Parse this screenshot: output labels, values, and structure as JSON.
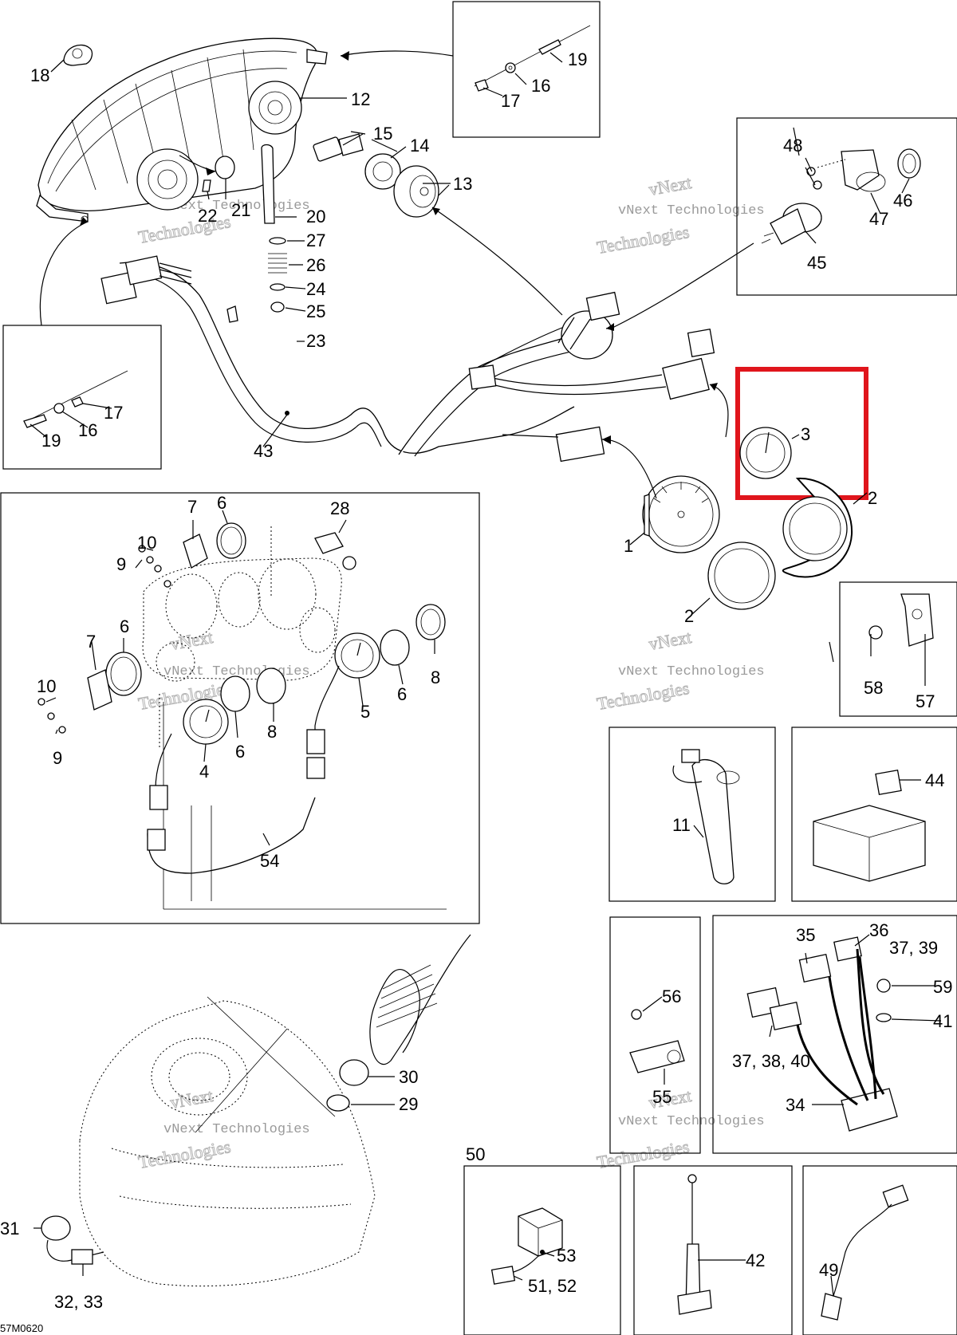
{
  "callouts": [
    {
      "id": "c18",
      "text": "18"
    },
    {
      "id": "c12",
      "text": "12"
    },
    {
      "id": "c19a",
      "text": "19"
    },
    {
      "id": "c16a",
      "text": "16"
    },
    {
      "id": "c17a",
      "text": "17"
    },
    {
      "id": "c15",
      "text": "15"
    },
    {
      "id": "c14",
      "text": "14"
    },
    {
      "id": "c13",
      "text": "13"
    },
    {
      "id": "c21",
      "text": "21"
    },
    {
      "id": "c22",
      "text": "22"
    },
    {
      "id": "c20",
      "text": "20"
    },
    {
      "id": "c27",
      "text": "27"
    },
    {
      "id": "c26",
      "text": "26"
    },
    {
      "id": "c24",
      "text": "24"
    },
    {
      "id": "c25",
      "text": "25"
    },
    {
      "id": "c23",
      "text": "23"
    },
    {
      "id": "c17b",
      "text": "17"
    },
    {
      "id": "c16b",
      "text": "16"
    },
    {
      "id": "c19b",
      "text": "19"
    },
    {
      "id": "c43",
      "text": "43"
    },
    {
      "id": "c48",
      "text": "48"
    },
    {
      "id": "c46",
      "text": "46"
    },
    {
      "id": "c47",
      "text": "47"
    },
    {
      "id": "c45",
      "text": "45"
    },
    {
      "id": "c3",
      "text": "3"
    },
    {
      "id": "c2a",
      "text": "2"
    },
    {
      "id": "c1",
      "text": "1"
    },
    {
      "id": "c2b",
      "text": "2"
    },
    {
      "id": "c7a",
      "text": "7"
    },
    {
      "id": "c6a",
      "text": "6"
    },
    {
      "id": "c28",
      "text": "28"
    },
    {
      "id": "c10a",
      "text": "10"
    },
    {
      "id": "c9a",
      "text": "9"
    },
    {
      "id": "c7b",
      "text": "7"
    },
    {
      "id": "c6b",
      "text": "6"
    },
    {
      "id": "c10b",
      "text": "10"
    },
    {
      "id": "c9b",
      "text": "9"
    },
    {
      "id": "c8a",
      "text": "8"
    },
    {
      "id": "c6c",
      "text": "6"
    },
    {
      "id": "c4",
      "text": "4"
    },
    {
      "id": "c5",
      "text": "5"
    },
    {
      "id": "c6d",
      "text": "6"
    },
    {
      "id": "c8b",
      "text": "8"
    },
    {
      "id": "c54",
      "text": "54"
    },
    {
      "id": "c58",
      "text": "58"
    },
    {
      "id": "c57",
      "text": "57"
    },
    {
      "id": "c11",
      "text": "11"
    },
    {
      "id": "c44",
      "text": "44"
    },
    {
      "id": "c35",
      "text": "35"
    },
    {
      "id": "c36",
      "text": "36"
    },
    {
      "id": "c3739",
      "text": "37, 39"
    },
    {
      "id": "c59",
      "text": "59"
    },
    {
      "id": "c41",
      "text": "41"
    },
    {
      "id": "c373840",
      "text": "37, 38, 40"
    },
    {
      "id": "c34",
      "text": "34"
    },
    {
      "id": "c56",
      "text": "56"
    },
    {
      "id": "c55",
      "text": "55"
    },
    {
      "id": "c30",
      "text": "30"
    },
    {
      "id": "c29",
      "text": "29"
    },
    {
      "id": "c31",
      "text": "31"
    },
    {
      "id": "c3233",
      "text": "32, 33"
    },
    {
      "id": "c50",
      "text": "50"
    },
    {
      "id": "c53",
      "text": "53"
    },
    {
      "id": "c5152",
      "text": "51, 52"
    },
    {
      "id": "c42",
      "text": "42"
    },
    {
      "id": "c49",
      "text": "49"
    }
  ],
  "watermark": {
    "line1": "vNext",
    "line2": "Technologies",
    "small": "vNext Technologies"
  },
  "drawing_code": "57M0620",
  "colors": {
    "highlight": "#e0151c",
    "line": "#000000",
    "watermark": "#b5b5b5"
  }
}
